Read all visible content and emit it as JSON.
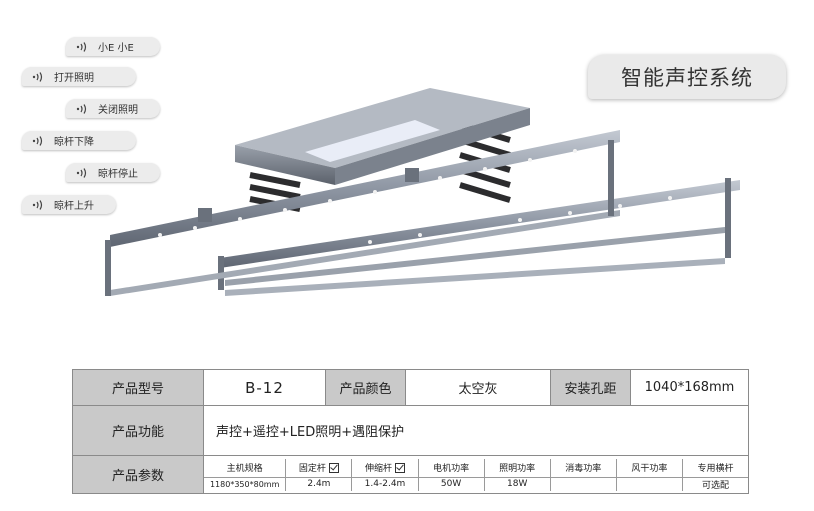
{
  "voice_commands": [
    "小E 小E",
    "打开照明",
    "关闭照明",
    "晾杆下降",
    "晾杆停止",
    "晾杆上升"
  ],
  "title": "智能声控系统",
  "table": {
    "model_label": "产品型号",
    "model_value": "B-12",
    "color_label": "产品颜色",
    "color_value": "太空灰",
    "hole_label": "安装孔距",
    "hole_value": "1040*168mm",
    "function_label": "产品功能",
    "function_value": "声控+遥控+LED照明+遇阻保护",
    "params_label": "产品参数",
    "params": [
      {
        "header": "主机规格",
        "value": "1180*350*80mm"
      },
      {
        "header": "固定杆",
        "value": "2.4m"
      },
      {
        "header": "伸缩杆",
        "value": "1.4-2.4m"
      },
      {
        "header": "电机功率",
        "value": "50W"
      },
      {
        "header": "照明功率",
        "value": "18W"
      },
      {
        "header": "消毒功率",
        "value": ""
      },
      {
        "header": "风干功率",
        "value": ""
      },
      {
        "header": "专用横杆",
        "value": "可选配"
      }
    ]
  },
  "colors": {
    "bubble": "#ececec",
    "table_header": "#c9c9c9",
    "border": "#8a8a8a",
    "metal": "#8e96a3"
  }
}
